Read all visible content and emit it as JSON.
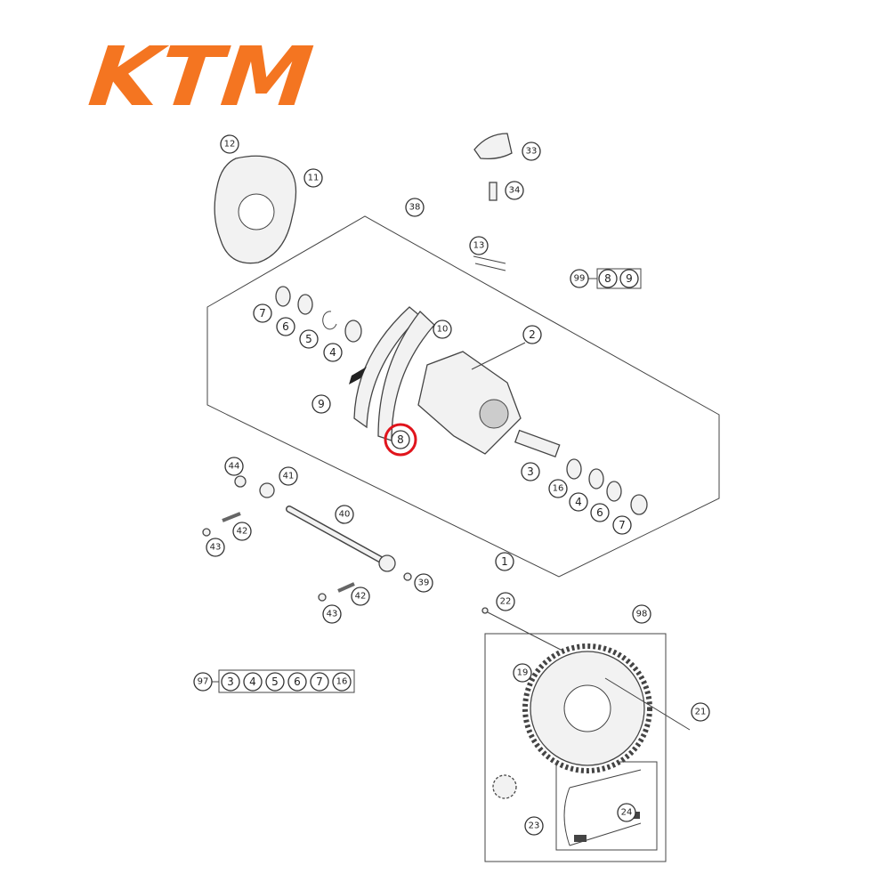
{
  "brand": {
    "logo_text": "KTM",
    "color": "#f47521"
  },
  "highlight_color": "#e0141c",
  "highlighted_part": "8",
  "callouts": [
    "12",
    "11",
    "38",
    "33",
    "34",
    "13",
    "7",
    "6",
    "5",
    "4",
    "10",
    "2",
    "9",
    "8",
    "3",
    "16",
    "4",
    "6",
    "7",
    "1",
    "44",
    "41",
    "40",
    "42",
    "43",
    "39",
    "42",
    "43",
    "22",
    "98",
    "19",
    "21",
    "23",
    "24"
  ],
  "kit_99": {
    "label": "99",
    "items": [
      "8",
      "9"
    ]
  },
  "kit_97": {
    "label": "97",
    "items": [
      "3",
      "4",
      "5",
      "6",
      "7",
      "16"
    ]
  }
}
